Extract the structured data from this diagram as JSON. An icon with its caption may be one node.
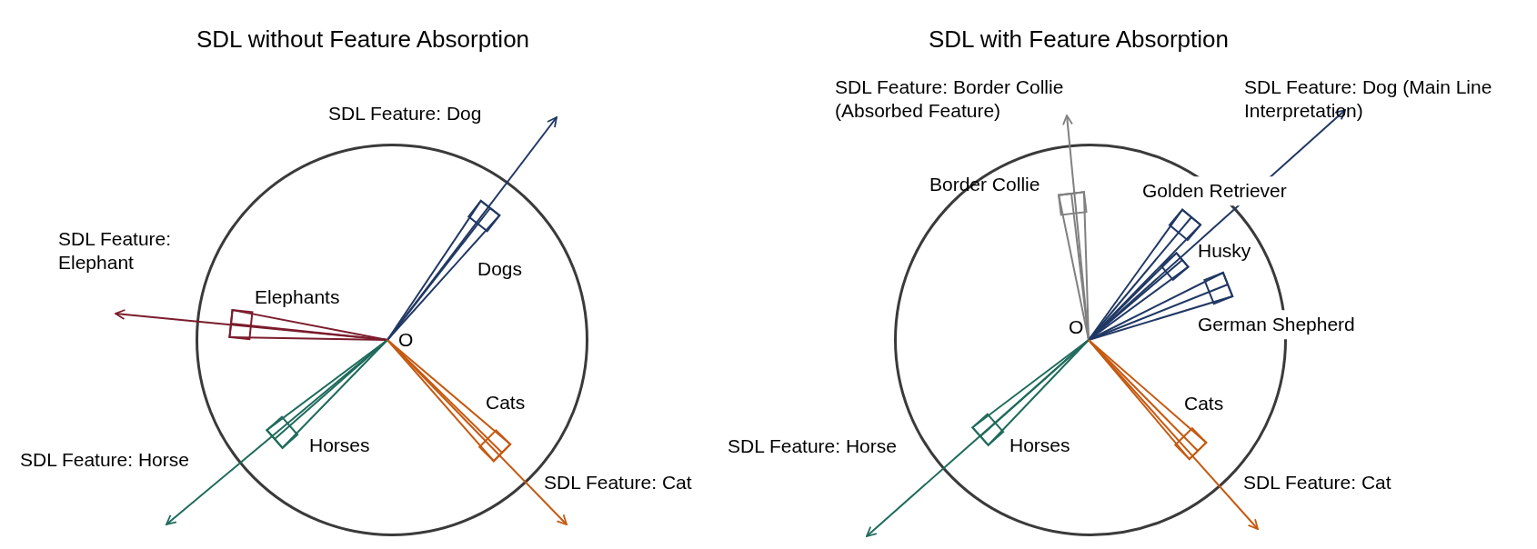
{
  "diagram": {
    "nodes": [
      {
        "text": [],
        "shape": "circle"
      },
      {
        "text": [
          "O"
        ],
        "in": 0
      },
      {
        "text": [
          "SDL Feature: Dog"
        ]
      },
      {
        "text": [
          "SDL Feature: Elephant"
        ]
      },
      {
        "text": [
          "SDL Feature: Horse"
        ]
      },
      {
        "text": [
          "SDL Feature: Cat"
        ]
      },
      {
        "text": [],
        "shape": "circle"
      },
      {
        "text": [
          "O"
        ],
        "in": 6
      },
      {
        "text": [
          "SDL Feature: Border Collie (Absorbed Feature)"
        ]
      },
      {
        "text": [
          "SDL Feature: Dog (Main Line Interpretation)"
        ]
      },
      {
        "text": [
          "SDL Feature: Horse"
        ]
      },
      {
        "text": [
          "SDL Feature: Cat"
        ]
      }
    ],
    "edges": [
      {
        "from": 1,
        "to": 2,
        "arrow": "to",
        "color": "#203864"
      },
      {
        "from": 1,
        "to": 3,
        "arrow": "to",
        "color": "#7b1c2c"
      },
      {
        "from": 1,
        "to": 4,
        "arrow": "to",
        "color": "#1f6b5c"
      },
      {
        "from": 1,
        "to": 5,
        "arrow": "to",
        "color": "#c55a11"
      },
      {
        "from": 7,
        "to": 8,
        "arrow": "to",
        "color": "#808080"
      },
      {
        "from": 7,
        "to": 9,
        "arrow": "to",
        "color": "#203864"
      },
      {
        "from": 7,
        "to": 10,
        "arrow": "to",
        "color": "#1f6b5c"
      },
      {
        "from": 7,
        "to": 11,
        "arrow": "to",
        "color": "#c55a11"
      }
    ],
    "labels": [
      "SDL without Feature Absorption",
      "SDL with Feature Absorption",
      "Dogs",
      "Elephants",
      "Horses",
      "Cats",
      "Border Collie",
      "Golden Retriever",
      "Husky",
      "German Shepherd",
      "Horses",
      "Cats"
    ]
  }
}
